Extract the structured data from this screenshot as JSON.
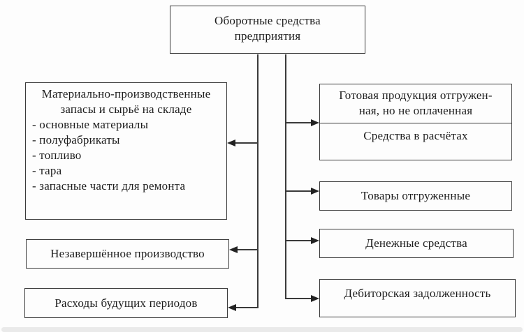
{
  "colors": {
    "background": "#fdfdfd",
    "line": "#3a3a3a",
    "text": "#1d1d1d"
  },
  "title_box": {
    "line1": "Оборотные средства",
    "line2": "предприятия"
  },
  "left_column": {
    "inventory": {
      "heading1": "Материально-производственные",
      "heading2": "запасы и сырьё на складе",
      "items": [
        "- основные материалы",
        "- полуфабрикаты",
        "- топливо",
        "- тара",
        "- запасные части для ремонта"
      ]
    },
    "work_in_progress": {
      "label": "Незавершённое производство"
    },
    "deferred_expenses": {
      "label": "Расходы будущих периодов"
    }
  },
  "right_column": {
    "shipped_goods_unpaid": {
      "line1": "Готовая продукция отгружен-",
      "line2": "ная, но не оплаченная",
      "sub_label": "Средства в расчётах"
    },
    "goods_shipped": {
      "label": "Товары отгруженные"
    },
    "cash": {
      "label": "Денежные средства"
    },
    "receivables": {
      "label": "Дебиторская задолженность"
    }
  }
}
